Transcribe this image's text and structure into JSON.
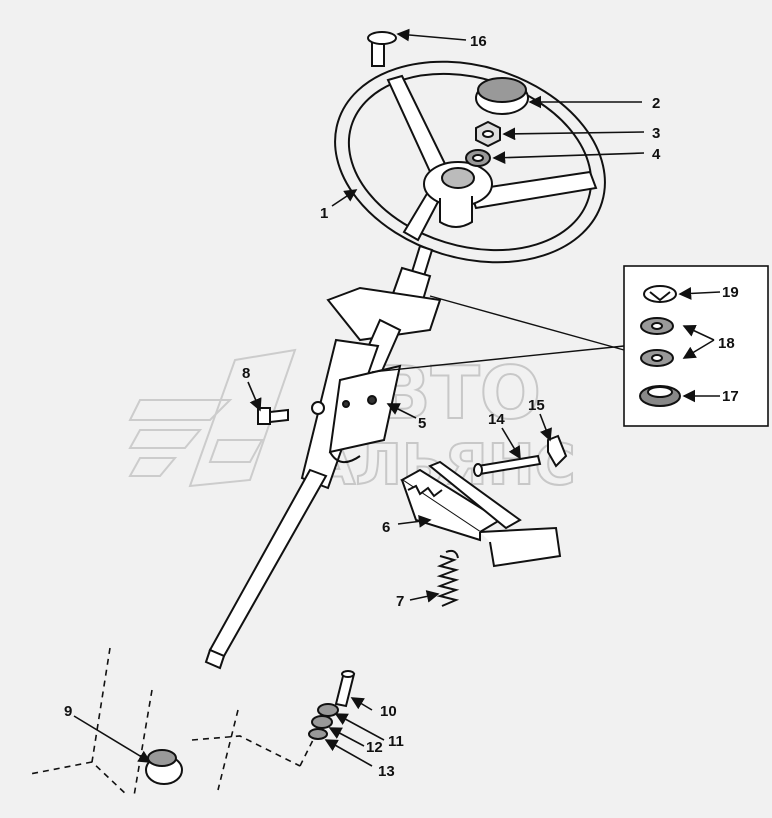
{
  "watermark": {
    "line1": "АВТО",
    "line2": "АЛЬЯНС"
  },
  "callouts": [
    {
      "id": "c1",
      "text": "1"
    },
    {
      "id": "c2",
      "text": "2"
    },
    {
      "id": "c3",
      "text": "3"
    },
    {
      "id": "c4",
      "text": "4"
    },
    {
      "id": "c5",
      "text": "5"
    },
    {
      "id": "c6",
      "text": "6"
    },
    {
      "id": "c7",
      "text": "7"
    },
    {
      "id": "c8",
      "text": "8"
    },
    {
      "id": "c9",
      "text": "9"
    },
    {
      "id": "c10",
      "text": "10"
    },
    {
      "id": "c11",
      "text": "11"
    },
    {
      "id": "c12",
      "text": "12"
    },
    {
      "id": "c13",
      "text": "13"
    },
    {
      "id": "c14",
      "text": "14"
    },
    {
      "id": "c15",
      "text": "15"
    },
    {
      "id": "c16",
      "text": "16"
    },
    {
      "id": "c17",
      "text": "17"
    },
    {
      "id": "c18",
      "text": "18"
    },
    {
      "id": "c19",
      "text": "19"
    }
  ]
}
